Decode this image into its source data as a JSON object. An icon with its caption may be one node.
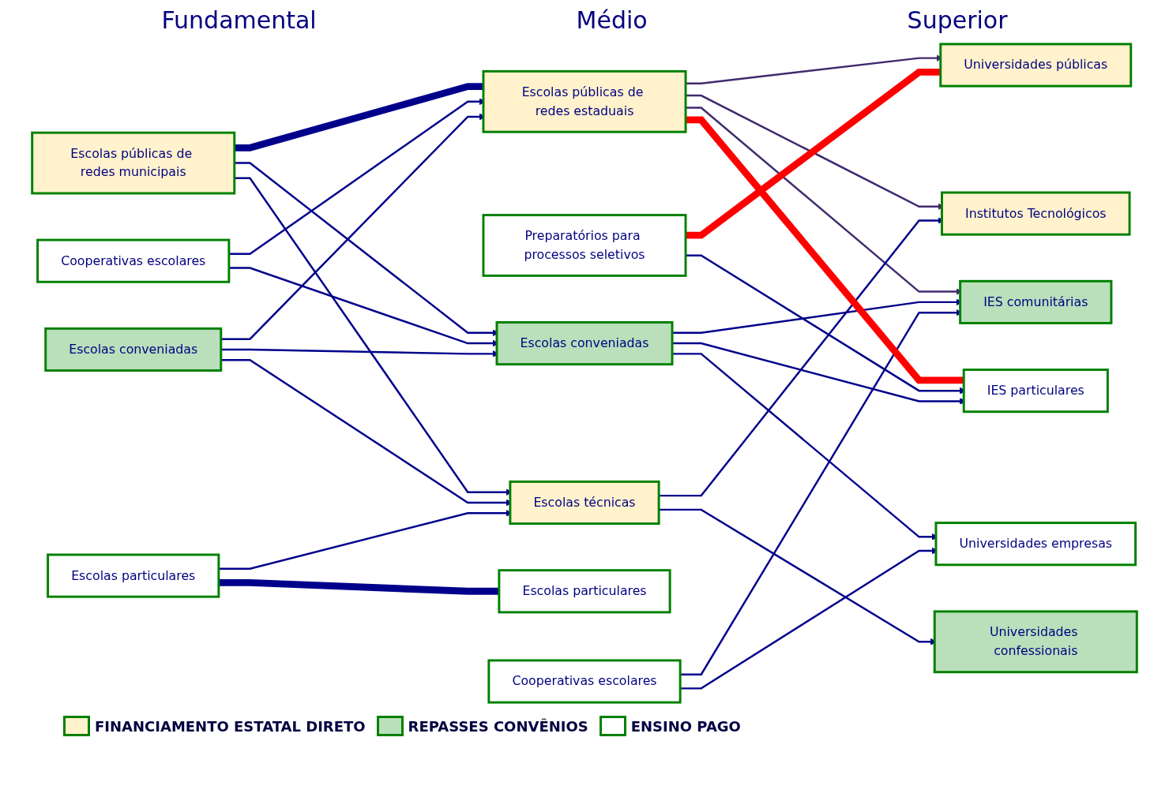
{
  "diagram": {
    "nodes": [
      {
        "text": [
          "Escolas públicas de redes municipais"
        ]
      },
      {
        "text": [
          "Escolas conveniadas"
        ]
      },
      {
        "text": [
          "Cooperativas escolares"
        ]
      },
      {
        "text": [
          "Escolas particulares"
        ]
      },
      {
        "text": [
          "Escolas públicas de redes estaduais"
        ]
      },
      {
        "text": [
          "Escolas técnicas"
        ]
      },
      {
        "text": [
          "Escolas conveniadas"
        ]
      },
      {
        "text": [
          "Cooperativas escolares"
        ]
      },
      {
        "text": [
          "Escolas particulares"
        ]
      },
      {
        "text": [
          "Preparatórios para processos seletivos"
        ]
      },
      {
        "text": [
          "Universidades públicas"
        ]
      },
      {
        "text": [
          "Institutos Tecnológicos"
        ]
      },
      {
        "text": [
          "Universidades confessionais"
        ]
      },
      {
        "text": [
          "IES comunitárias"
        ]
      },
      {
        "text": [
          "Universidades empresas"
        ]
      },
      {
        "text": [
          "IES particulares"
        ]
      }
    ],
    "edges": [
      {
        "from": 0,
        "to": 4,
        "arrow": "to",
        "style": "thick"
      },
      {
        "from": 3,
        "to": 8,
        "arrow": "to",
        "style": "thick"
      },
      {
        "from": 0,
        "to": 6,
        "arrow": "to"
      },
      {
        "from": 0,
        "to": 5,
        "arrow": "to"
      },
      {
        "from": 1,
        "to": 4,
        "arrow": "to"
      },
      {
        "from": 1,
        "to": 5,
        "arrow": "to"
      },
      {
        "from": 1,
        "to": 6,
        "arrow": "to"
      },
      {
        "from": 2,
        "to": 4,
        "arrow": "to"
      },
      {
        "from": 2,
        "to": 6,
        "arrow": "to"
      },
      {
        "from": 3,
        "to": 5,
        "arrow": "to"
      },
      {
        "from": 4,
        "to": 10,
        "arrow": "to",
        "color": "#3f2a6e"
      },
      {
        "from": 4,
        "to": 11,
        "arrow": "to",
        "color": "#3f2a6e"
      },
      {
        "from": 4,
        "to": 13,
        "arrow": "to",
        "color": "#3f2a6e"
      },
      {
        "from": 5,
        "to": 12,
        "arrow": "to"
      },
      {
        "from": 5,
        "to": 11,
        "arrow": "to"
      },
      {
        "from": 6,
        "to": 14,
        "arrow": "to"
      },
      {
        "from": 6,
        "to": 13,
        "arrow": "to"
      },
      {
        "from": 6,
        "to": 15,
        "arrow": "to"
      },
      {
        "from": 7,
        "to": 14,
        "arrow": "to"
      },
      {
        "from": 7,
        "to": 13,
        "arrow": "to"
      },
      {
        "from": 9,
        "to": 15,
        "arrow": "to"
      },
      {
        "from": 4,
        "to": 15,
        "arrow": "to",
        "style": "thick",
        "color": "#ff0000"
      },
      {
        "from": 9,
        "to": 10,
        "arrow": "to",
        "style": "thick",
        "color": "#ff0000"
      }
    ],
    "labels": [
      "Fundamental",
      "Médio",
      "Superior"
    ],
    "legend": [
      {
        "text": "FINANCIAMENTO ESTATAL DIRETO",
        "color": "#fff2cc"
      },
      {
        "text": "REPASSES CONVÊNIOS",
        "color": "#b9dfbb"
      },
      {
        "text": "ENSINO PAGO",
        "color": "#ffffff"
      }
    ]
  }
}
